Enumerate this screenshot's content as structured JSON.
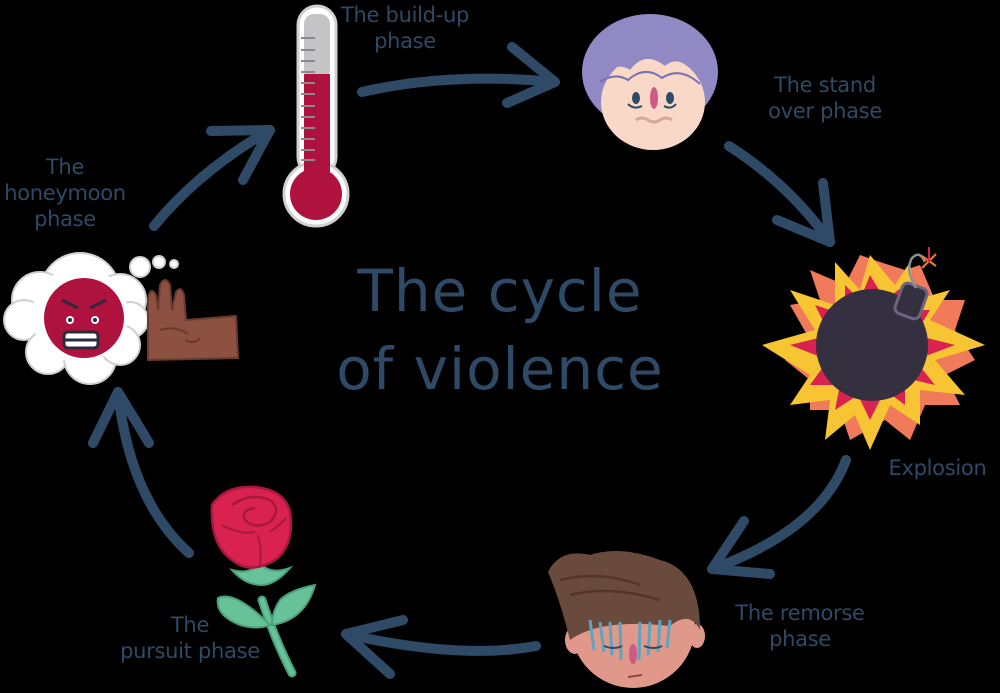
{
  "title": {
    "line1": "The cycle",
    "line2": "of violence"
  },
  "colors": {
    "background": "#000000",
    "text": "#2e4a66",
    "arrow": "#2e4a66",
    "thermometer_red": "#b0123f",
    "hair_purple": "#9189c4",
    "skin_light": "#f9d8c8",
    "bomb": "#34303f",
    "explosion_yellow": "#f7c433",
    "explosion_orange": "#f07a5a",
    "explosion_red": "#d9224f",
    "hair_brown": "#6b4a3e",
    "skin_tan": "#e0988a",
    "tears": "#5aa6c0",
    "rose_red": "#d9224f",
    "leaf_green": "#67c29a",
    "angry_face": "#b0123f",
    "hand_brown": "#8c5140"
  },
  "phases": [
    {
      "id": "build-up",
      "line1": "The build-up",
      "line2": "phase",
      "icon": "thermometer-icon"
    },
    {
      "id": "stand-over",
      "line1": "The stand",
      "line2": "over phase",
      "icon": "worried-face-icon"
    },
    {
      "id": "explosion",
      "line1": "Explosion",
      "line2": "",
      "icon": "bomb-icon"
    },
    {
      "id": "remorse",
      "line1": "The remorse",
      "line2": "phase",
      "icon": "crying-face-icon"
    },
    {
      "id": "pursuit",
      "line1": "The",
      "line2": "pursuit phase",
      "icon": "rose-icon"
    },
    {
      "id": "honeymoon",
      "line1": "The",
      "line2": "honeymoon",
      "line3": "phase",
      "icon": "angry-thought-hand-icon"
    }
  ]
}
